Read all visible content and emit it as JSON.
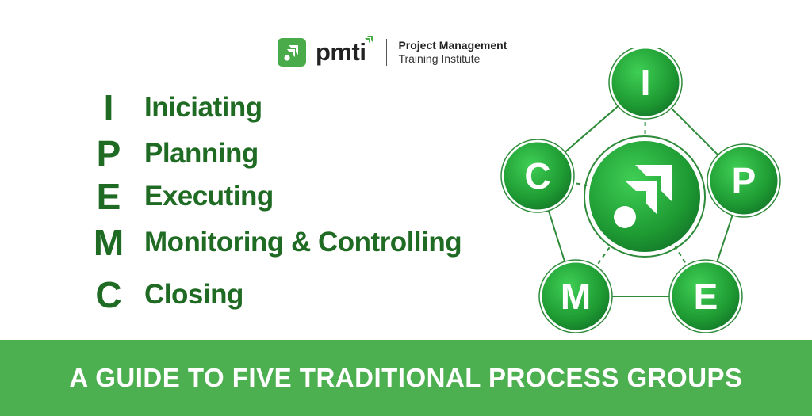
{
  "header": {
    "brand": "pmti",
    "institute_line1": "Project Management",
    "institute_line2": "Training Institute",
    "logo_icon": "pmti-arrows-logo-icon",
    "accent_color": "#4aab4a"
  },
  "process_groups": [
    {
      "letter": "I",
      "name": "Iniciating"
    },
    {
      "letter": "P",
      "name": "Planning"
    },
    {
      "letter": "E",
      "name": "Executing"
    },
    {
      "letter": "M",
      "name": "Monitoring & Controlling"
    },
    {
      "letter": "C",
      "name": "Closing"
    }
  ],
  "diagram": {
    "center_icon": "pmti-arrows-logo-icon",
    "nodes": [
      "I",
      "P",
      "E",
      "M",
      "C"
    ],
    "node_color": "#1e9a32",
    "line_color": "#2e8b3a"
  },
  "banner": {
    "text": "A GUIDE TO FIVE TRADITIONAL PROCESS GROUPS",
    "color": "#4caf50"
  }
}
